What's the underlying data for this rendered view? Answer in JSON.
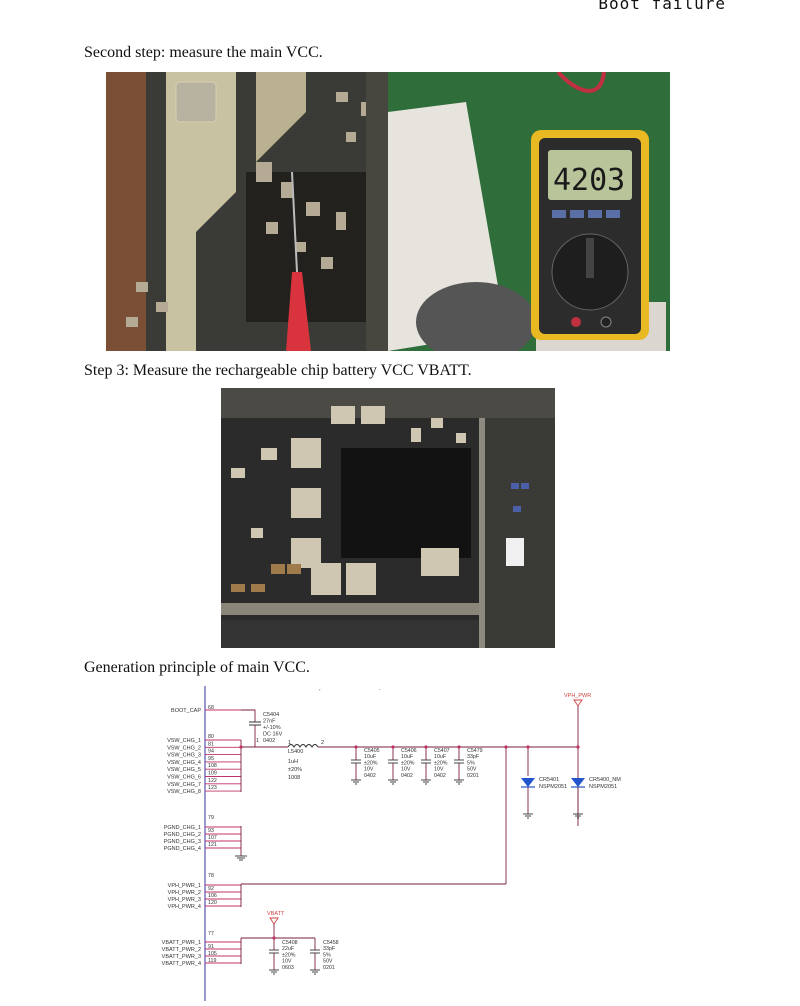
{
  "header": {
    "title": "Boot failure"
  },
  "steps": {
    "step2": "Second step: measure the main VCC.",
    "step3": "Step 3: Measure the rechargeable chip battery VCC VBATT.",
    "principle": "Generation principle of main VCC."
  },
  "photos": {
    "multimeter_reading": "4203"
  },
  "schematic": {
    "nets": {
      "boot_cap": "BOOT_CAP",
      "vsw": [
        "VSW_CHG_1",
        "VSW_CHG_2",
        "VSW_CHG_3",
        "VSW_CHG_4",
        "VSW_CHG_5",
        "VSW_CHG_6",
        "VSW_CHG_7",
        "VSW_CHG_8"
      ],
      "pgnd": [
        "PGND_CHG_1",
        "PGND_CHG_2",
        "PGND_CHG_3",
        "PGND_CHG_4"
      ],
      "vph": [
        "VPH_PWR_1",
        "VPH_PWR_2",
        "VPH_PWR_3",
        "VPH_PWR_4"
      ],
      "vbatt": [
        "VBATT_PWR_1",
        "VBATT_PWR_2",
        "VBATT_PWR_3",
        "VBATT_PWR_4"
      ]
    },
    "pins": {
      "boot": "68",
      "vsw": [
        "80",
        "81",
        "94",
        "95",
        "108",
        "109",
        "122",
        "123"
      ],
      "pgnd": [
        "79",
        "93",
        "107",
        "121"
      ],
      "vph": [
        "78",
        "92",
        "106",
        "120"
      ],
      "vbatt": [
        "77",
        "91",
        "105",
        "119"
      ]
    },
    "power_labels": {
      "vph_pwr": "VPH_PWR",
      "vbatt": "VBATT"
    },
    "c5404": [
      "C5404",
      "27nF",
      "+/-10%",
      "DC 16V",
      "0402"
    ],
    "inductor": {
      "ref": "L5400",
      "value": "1uH",
      "tol": "±20%",
      "pkg": "1008",
      "pin1": "1",
      "pin2": "2"
    },
    "caps_top": [
      [
        "C5405",
        "10uF",
        "±20%",
        "10V",
        "0402"
      ],
      [
        "C5406",
        "10uF",
        "±20%",
        "10V",
        "0402"
      ],
      [
        "C5407",
        "10uF",
        "±20%",
        "10V",
        "0402"
      ],
      [
        "C5479",
        "33pF",
        "5%",
        "50V",
        "0201"
      ]
    ],
    "diodes": [
      [
        "CR5401",
        "NSPM2051"
      ],
      [
        "CR5400_NM",
        "NSPM2051"
      ]
    ],
    "caps_bottom": [
      [
        "C5408",
        "22uF",
        "±20%",
        "10V",
        "0603"
      ],
      [
        "C5458",
        "33pF",
        "5%",
        "50V",
        "0201"
      ]
    ],
    "cap_pins": [
      "1",
      "2"
    ]
  },
  "colors": {
    "pin_line": "#c0306a",
    "net_wire": "#7a1f3a",
    "power_flag": "#d04040",
    "pcb_green": "#2f6e3a"
  }
}
